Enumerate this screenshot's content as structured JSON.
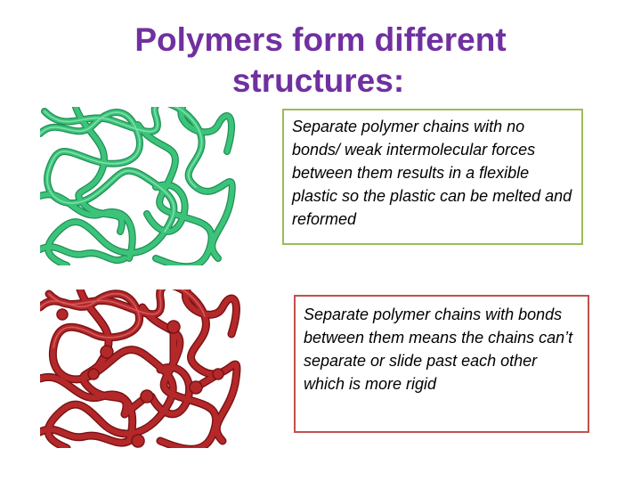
{
  "title": {
    "line1": "Polymers form different",
    "line2": "structures:"
  },
  "images": {
    "green": {
      "icon": "green-polymer-chains-image",
      "color": "#3cc37a"
    },
    "red": {
      "icon": "red-crosslinked-polymer-image",
      "color": "#b5282a"
    }
  },
  "boxes": {
    "thermoplastic": {
      "text": "Separate polymer chains with no bonds/ weak intermolecular forces between them results in a flexible plastic so the plastic can be melted and reformed",
      "border_color": "#9bbb59"
    },
    "thermoset": {
      "text": "Separate polymer chains with bonds between them means the chains can’t separate or slide past each other which is more rigid",
      "border_color": "#c0504d"
    }
  },
  "colors": {
    "title": "#7030a0"
  }
}
